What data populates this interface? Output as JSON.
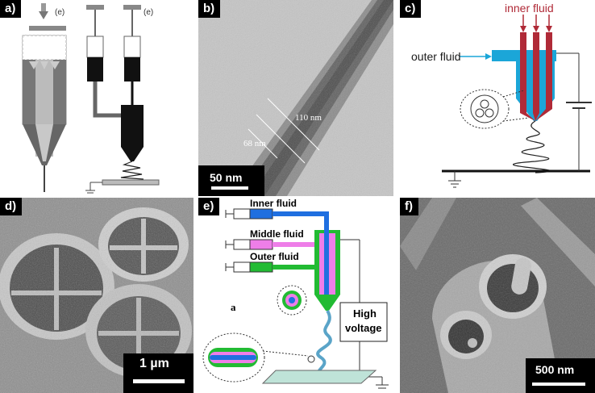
{
  "panels": {
    "a": {
      "label": "a)"
    },
    "b": {
      "label": "b)",
      "dim_outer": "110 nm",
      "dim_inner": "68 nm",
      "scale": "50 nm"
    },
    "c": {
      "label": "c)",
      "inner_fluid": "inner fluid",
      "outer_fluid": "outer fluid"
    },
    "d": {
      "label": "d)",
      "scale": "1 µm"
    },
    "e": {
      "label": "e)",
      "inner_fluid": "Inner fluid",
      "middle_fluid": "Middle fluid",
      "outer_fluid": "Outer fluid",
      "high_voltage_1": "High",
      "high_voltage_2": "voltage",
      "sublabel": "a"
    },
    "f": {
      "label": "f)",
      "scale": "500 nm"
    }
  },
  "colors": {
    "inner_blue": "#1f6fe0",
    "middle_pink": "#ee7ee8",
    "outer_green": "#22bb33",
    "needle_red": "#b02a37",
    "outer_cyan": "#1ba6d8"
  }
}
